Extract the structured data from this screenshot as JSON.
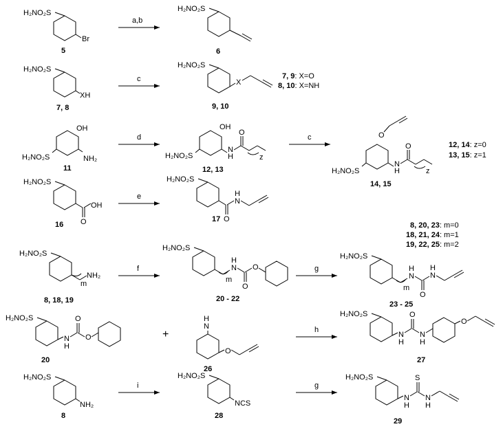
{
  "rows": [
    {
      "reagent": "a,b",
      "start": "5",
      "product": "6"
    },
    {
      "reagent": "c",
      "start": "7, 8",
      "product": "9, 10",
      "note1": "7, 9",
      "note1v": ": X=O",
      "note2": "8, 10",
      "note2v": ": X=NH"
    },
    {
      "reagent": "d",
      "start": "11",
      "product": "12, 13",
      "reagent2": "c",
      "product2": "14, 15",
      "note1": "12, 14",
      "note1v": ": z=0",
      "note2": "13, 15",
      "note2v": ": z=1"
    },
    {
      "reagent": "e",
      "start": "16",
      "product": "17"
    },
    {
      "reagent": "f",
      "start": "8, 18, 19",
      "product": "20 - 22",
      "reagent2": "g",
      "product2": "23 - 25",
      "note1": "8, 20, 23",
      "note1v": ": m=0",
      "note2": "18, 21, 24",
      "note2v": ": m=1",
      "note3": "19, 22, 25",
      "note3v": ": m=2"
    },
    {
      "start": "20",
      "plus": "+",
      "start2": "26",
      "reagent": "h",
      "product": "27"
    },
    {
      "reagent": "i",
      "start": "8",
      "product": "28",
      "reagent2": "g",
      "product2": "29"
    }
  ],
  "labels": {
    "h2no2s": "H₂NO₂S",
    "br": "Br",
    "xh": "XH",
    "x": "X",
    "oh": "OH",
    "nh2": "NH₂",
    "o": "O",
    "h": "H",
    "n": "N",
    "z": "z",
    "m": "m",
    "ncs": "NCS",
    "s": "S"
  }
}
